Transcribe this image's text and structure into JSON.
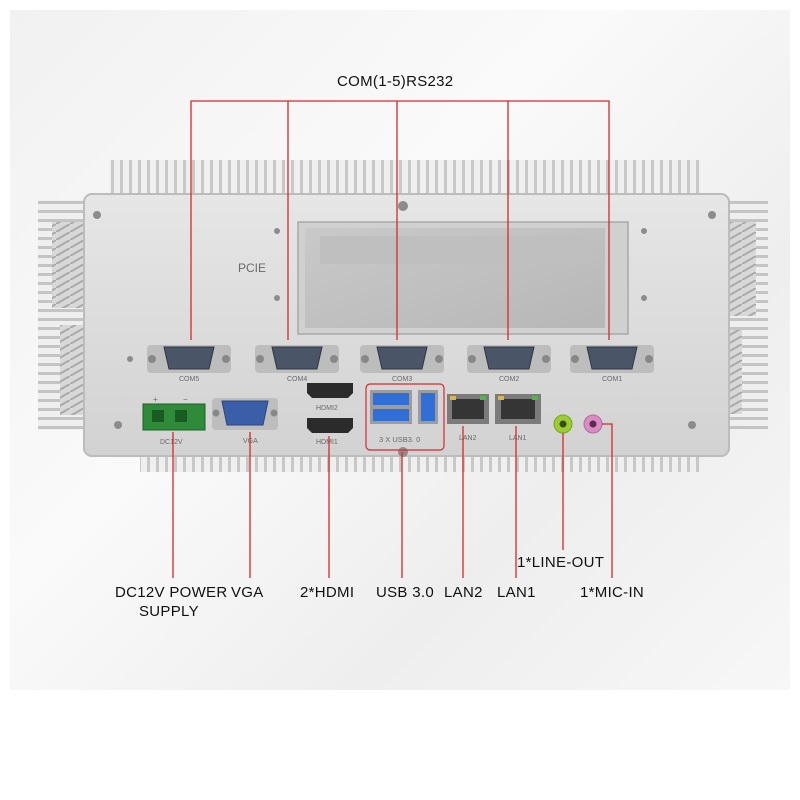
{
  "callouts": {
    "com_group": "COM(1-5)RS232",
    "power_line1": "DC12V POWER",
    "power_line2": "SUPPLY",
    "vga": "VGA",
    "hdmi": "2*HDMI",
    "usb": "USB 3.0",
    "lan2": "LAN2",
    "lan1": "LAN1",
    "line_out": "1*LINE-OUT",
    "mic_in": "1*MIC-IN"
  },
  "panel_text": {
    "pcie": "PCIE",
    "com5": "COM5",
    "com4": "COM4",
    "com3": "COM3",
    "com2": "COM2",
    "com1": "COM1",
    "dc12v": "DC12V",
    "vga": "VGA",
    "hdmi2": "HDMI2",
    "hdmi1": "HDMI1",
    "usb": "3 X USB3. 0",
    "lan2": "LAN2",
    "lan1": "LAN1"
  },
  "colors": {
    "callout_line": "#d42a2a",
    "chassis": "#dcdcdc",
    "power_connector": "#2e8b3a",
    "vga_port": "#3a5fa8",
    "usb3_blue": "#2f6fd6",
    "line_out_jack": "#9acd32",
    "mic_in_jack": "#d98bc4"
  }
}
